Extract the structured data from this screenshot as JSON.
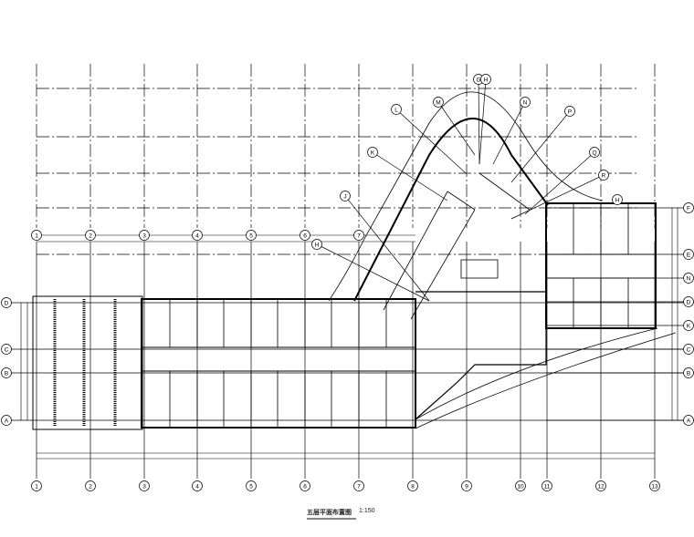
{
  "drawing": {
    "title": "五层平面布置图",
    "scale": "1:150",
    "line_color": "#000000",
    "background": "#ffffff"
  },
  "grid": {
    "vertical_labels": [
      "1",
      "2",
      "3",
      "4",
      "5",
      "6",
      "7",
      "8",
      "9",
      "10",
      "11",
      "12",
      "13"
    ],
    "left_labels": [
      "D",
      "C",
      "B",
      "A"
    ],
    "right_labels": [
      "F",
      "E",
      "N",
      "D",
      "K",
      "C",
      "B",
      "A"
    ],
    "radial_labels": [
      "H",
      "J",
      "K",
      "L",
      "M",
      "G",
      "H",
      "N",
      "P",
      "Q",
      "R"
    ]
  }
}
